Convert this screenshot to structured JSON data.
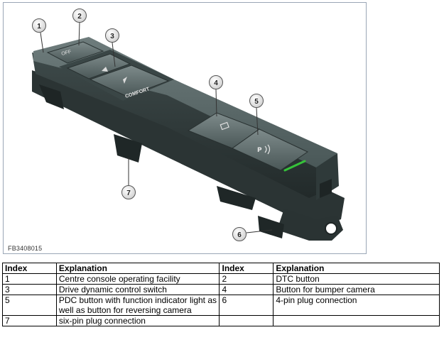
{
  "figure": {
    "code": "FB3408015",
    "button_labels": {
      "dtc": "OFF",
      "comfort": "COMFORT"
    },
    "callouts": [
      "1",
      "2",
      "3",
      "4",
      "5",
      "6",
      "7"
    ],
    "colors": {
      "housing": "#4c5a5a",
      "housing_dark": "#303a3a",
      "led": "#36c23a",
      "callout_fill": "#f2f2f2"
    }
  },
  "table": {
    "headers": [
      "Index",
      "Explanation",
      "Index",
      "Explanation"
    ],
    "rows": [
      [
        "1",
        "Centre console operating facility",
        "2",
        "DTC button"
      ],
      [
        "3",
        "Drive dynamic control switch",
        "4",
        "Button for bumper camera"
      ],
      [
        "5",
        "PDC button with function indicator light as well as button for reversing camera",
        "6",
        "4-pin plug connection"
      ],
      [
        "7",
        "six-pin plug connection",
        "",
        ""
      ]
    ]
  }
}
